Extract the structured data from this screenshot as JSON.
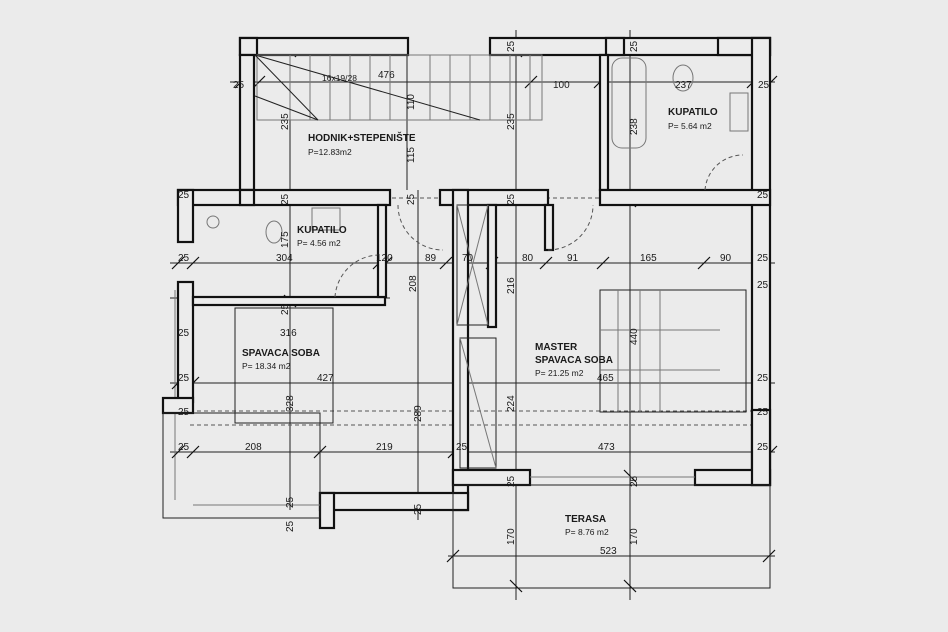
{
  "rooms": {
    "hallway": {
      "name": "HODNIK+STEPENIŠTE",
      "area": "P=12.83m2",
      "stair_note": "16x19/28"
    },
    "bath_upper": {
      "name": "KUPATILO",
      "area": "P= 5.64 m2"
    },
    "bath_left": {
      "name": "KUPATILO",
      "area": "P= 4.56 m2"
    },
    "bedroom": {
      "name": "SPAVACA SOBA",
      "area": "P= 18.34 m2"
    },
    "master": {
      "name_line1": "MASTER",
      "name_line2": "SPAVACA  SOBA",
      "area": "P= 21.25 m2"
    },
    "terrace": {
      "name": "TERASA",
      "area": "P= 8.76 m2"
    }
  },
  "dimensions": {
    "row_top": [
      "25",
      "476",
      "100",
      "237",
      "25"
    ],
    "row_mid": [
      "25",
      "304",
      "120",
      "89",
      "70",
      "80",
      "91",
      "165",
      "90",
      "25"
    ],
    "row_bed": [
      "25",
      "316",
      "427",
      "465",
      "25",
      "25",
      "25"
    ],
    "row_low": [
      "25",
      "208",
      "219",
      "25",
      "473",
      "25"
    ],
    "terrace_width": "523",
    "verticals": [
      "235",
      "110",
      "115",
      "235",
      "238",
      "175",
      "208",
      "216",
      "440",
      "328",
      "289",
      "224",
      "170",
      "170"
    ],
    "walls": [
      "25",
      "25",
      "25",
      "25",
      "25",
      "25",
      "25",
      "25",
      "25",
      "25",
      "25",
      "25",
      "25",
      "25",
      "25"
    ]
  }
}
